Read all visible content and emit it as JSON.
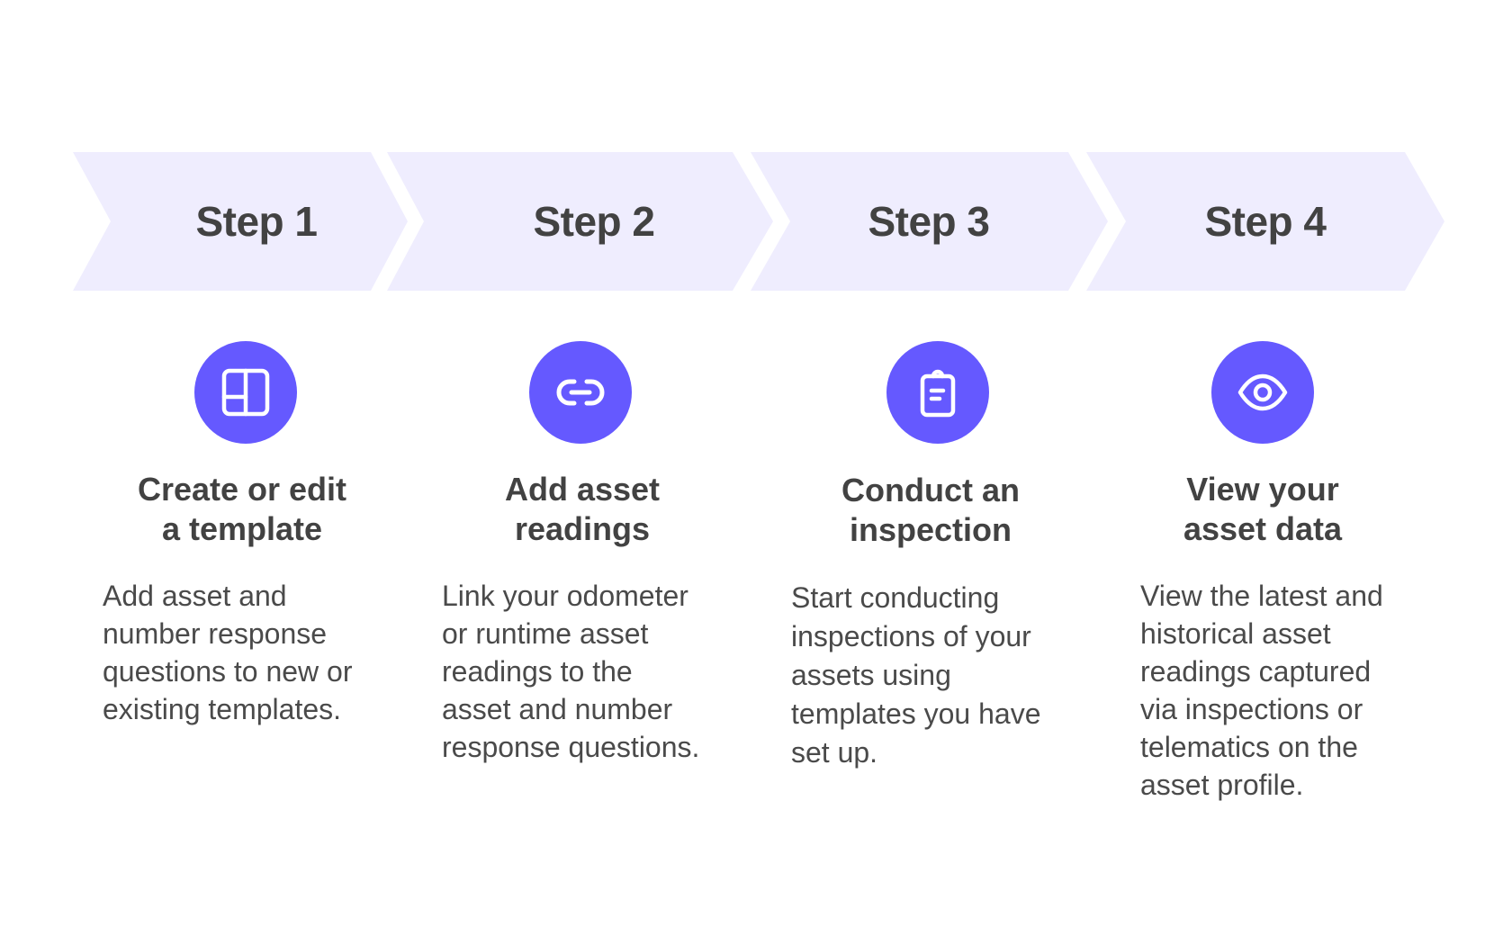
{
  "colors": {
    "chevron_fill": "#efedfe",
    "accent": "#6559ff",
    "text_dark": "#424242",
    "text_body": "#4a4a4a",
    "background": "#ffffff"
  },
  "steps": [
    {
      "label": "Step 1",
      "icon": "layout-template-icon",
      "title_lines": [
        "Create or edit",
        "a template"
      ],
      "body_lines": [
        "Add asset and",
        "number response",
        "questions to new or",
        "existing templates."
      ]
    },
    {
      "label": "Step 2",
      "icon": "link-icon",
      "title_lines": [
        "Add asset",
        "readings"
      ],
      "body_lines": [
        "Link your odometer",
        "or runtime asset",
        "readings to the",
        "asset and number",
        "response questions."
      ]
    },
    {
      "label": "Step 3",
      "icon": "clipboard-icon",
      "title_lines": [
        "Conduct an",
        "inspection"
      ],
      "body_lines": [
        "Start conducting",
        "inspections of your",
        "assets using",
        "templates you have",
        "set up."
      ]
    },
    {
      "label": "Step 4",
      "icon": "eye-icon",
      "title_lines": [
        "View your",
        "asset data"
      ],
      "body_lines": [
        "View the latest and",
        "historical asset",
        "readings captured",
        "via inspections or",
        "telematics on the",
        "asset profile."
      ]
    }
  ]
}
